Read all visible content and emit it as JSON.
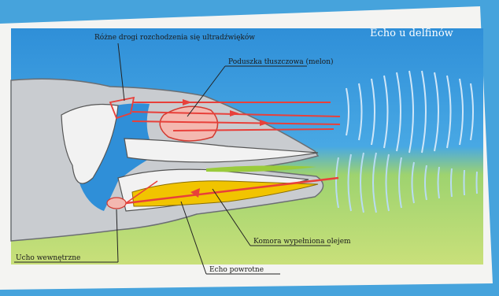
{
  "title": "Echo u delfinów",
  "labels": {
    "paths": "Różne drogi rozchodzenia się ultradźwięków",
    "melon": "Poduszka tłuszczowa (melon)",
    "oil_jaw": "Komora wypełniona olejem",
    "inner_ear": "Ucho wewnętrzne",
    "echo_return": "Echo powrotne"
  },
  "colors": {
    "water_top": "#2f8fd8",
    "water_bottom": "#8cc63e",
    "skin": "#c9ccd0",
    "bone": "#f2f2f2",
    "melon": "#f4b8b0",
    "oil": "#f1c400",
    "arrows": "#e8403a"
  }
}
